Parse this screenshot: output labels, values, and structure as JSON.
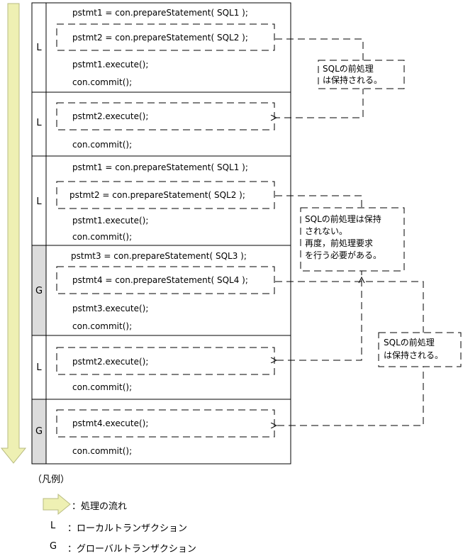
{
  "colors": {
    "flow_arrow": "#eef0b3",
    "global_bg": "#dcdcdc",
    "line": "#000000"
  },
  "blocks": [
    {
      "type": "L",
      "lines": [
        "pstmt1 = con.prepareStatement( SQL1 );",
        "pstmt2 = con.prepareStatement( SQL2 );",
        "pstmt1.execute();",
        "con.commit();"
      ]
    },
    {
      "type": "L",
      "lines": [
        "pstmt2.execute();",
        "con.commit();"
      ]
    },
    {
      "type": "L",
      "lines": [
        "pstmt1 = con.prepareStatement( SQL1 );",
        "pstmt2 = con.prepareStatement( SQL2 );",
        "pstmt1.execute();",
        "con.commit();"
      ]
    },
    {
      "type": "G",
      "lines": [
        "pstmt3 = con.prepareStatement( SQL3 );",
        "pstmt4 = con.prepareStatement( SQL4 );",
        "pstmt3.execute();",
        "con.commit();"
      ]
    },
    {
      "type": "L",
      "lines": [
        "pstmt2.execute();",
        "con.commit();"
      ]
    },
    {
      "type": "G",
      "lines": [
        "pstmt4.execute();",
        "con.commit();"
      ]
    }
  ],
  "notes": [
    [
      "SQLの前処理",
      "は保持される。"
    ],
    [
      "SQLの前処理は保持",
      "されない。",
      "再度，前処理要求",
      "を行う必要がある。"
    ],
    [
      "SQLの前処理",
      "は保持される。"
    ]
  ],
  "legend": {
    "title": "（凡例）",
    "flow": "：処理の流れ",
    "local_key": "L",
    "local": "：ローカルトランザクション",
    "global_key": "G",
    "global": "：グローバルトランザクション"
  }
}
